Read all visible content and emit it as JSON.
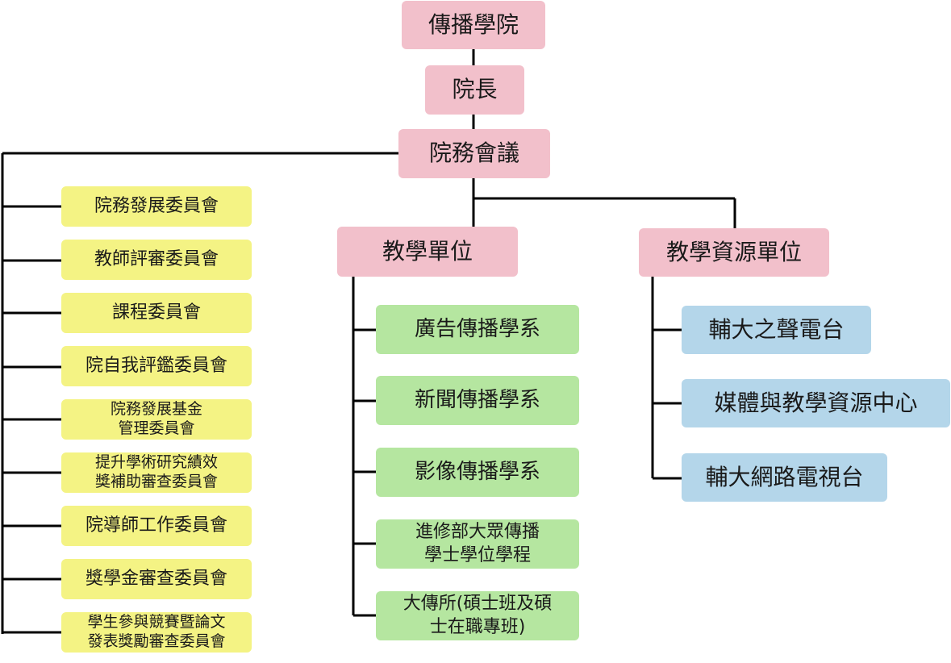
{
  "colors": {
    "pink": "#f2c0cb",
    "yellow": "#f4f384",
    "green": "#b5e6a0",
    "blue": "#b4d6ea",
    "line": "#000000"
  },
  "org": {
    "college": "傳播學院",
    "dean": "院長",
    "council": "院務會議",
    "committees": [
      "院務發展委員會",
      "教師評審委員會",
      "課程委員會",
      "院自我評鑑委員會",
      "院務發展基金\n管理委員會",
      "提升學術研究績效\n獎補助審查委員會",
      "院導師工作委員會",
      "獎學金審查委員會",
      "學生參與競賽暨論文\n發表獎勵審查委員會"
    ],
    "teaching": {
      "title": "教學單位",
      "units": [
        "廣告傳播學系",
        "新聞傳播學系",
        "影像傳播學系",
        "進修部大眾傳播\n學士學位學程",
        "大傳所(碩士班及碩\n士在職專班)"
      ]
    },
    "resources": {
      "title": "教學資源單位",
      "units": [
        "輔大之聲電台",
        "媒體與教學資源中心",
        "輔大網路電視台"
      ]
    }
  }
}
